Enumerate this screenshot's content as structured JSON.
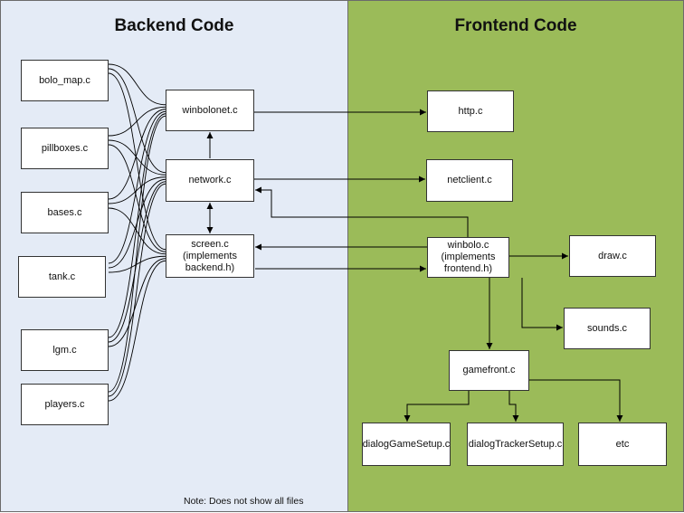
{
  "panels": {
    "backend": {
      "title": "Backend Code"
    },
    "frontend": {
      "title": "Frontend Code"
    }
  },
  "files": {
    "bolo_map": "bolo_map.c",
    "pillboxes": "pillboxes.c",
    "bases": "bases.c",
    "tank": "tank.c",
    "lgm": "lgm.c",
    "players": "players.c",
    "winbolonet": "winbolonet.c",
    "network": "network.c",
    "screen": "screen.c\n(implements\nbackend.h)",
    "http": "http.c",
    "netclient": "netclient.c",
    "winbolo": "winbolo.c\n(implements\nfrontend.h)",
    "draw": "draw.c",
    "sounds": "sounds.c",
    "gamefront": "gamefront.c",
    "dialogGameSetup": "dialogGameSetup.c",
    "dialogTrackerSetup": "dialogTrackerSetup.c",
    "etc": "etc"
  },
  "note": "Note: Does not show all files",
  "colors": {
    "backend_bg": "#e4ebf6",
    "frontend_bg": "#9bbb59",
    "line": "#000000"
  }
}
